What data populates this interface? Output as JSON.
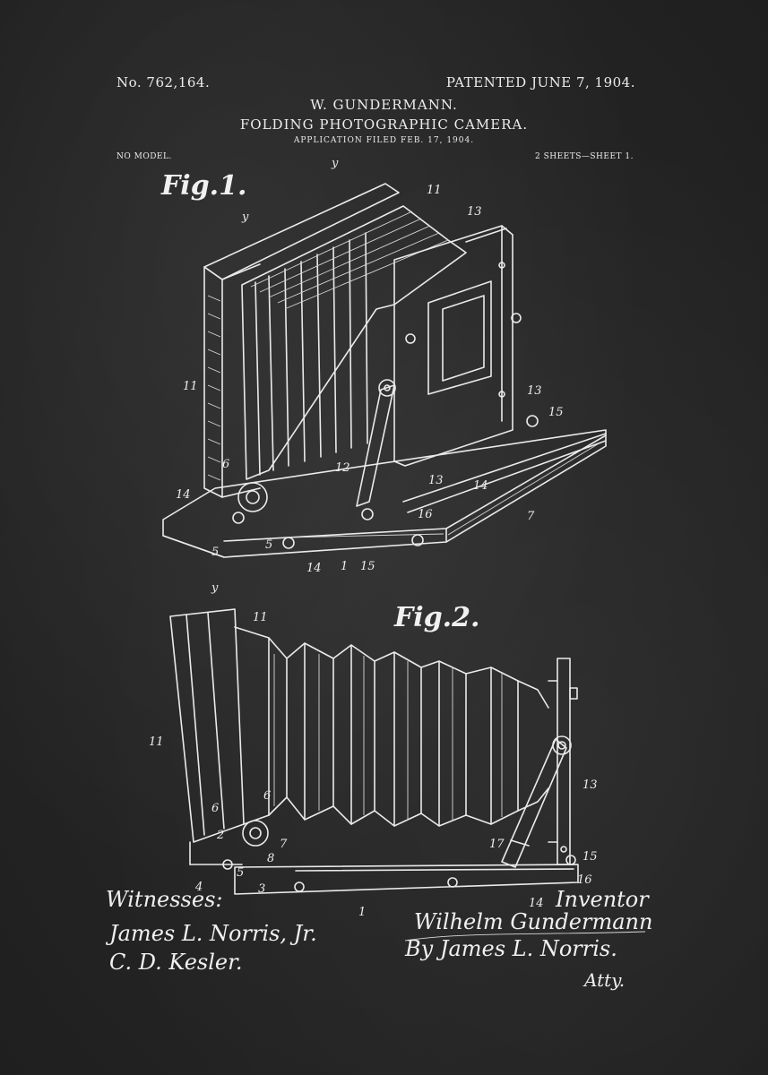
{
  "header": {
    "patent_number": "No. 762,164.",
    "patent_date": "PATENTED JUNE 7, 1904.",
    "inventor_name": "W. GUNDERMANN.",
    "invention_title": "FOLDING PHOTOGRAPHIC CAMERA.",
    "application": "APPLICATION FILED FEB. 17, 1904.",
    "no_model": "NO MODEL.",
    "sheets": "2 SHEETS—SHEET 1."
  },
  "figures": {
    "fig1": {
      "label": "Fig.1.",
      "callouts": [
        "y",
        "11",
        "y",
        "13",
        "11",
        "13",
        "15",
        "6",
        "12",
        "14",
        "13",
        "14",
        "7",
        "16",
        "5",
        "5",
        "14",
        "1",
        "15"
      ]
    },
    "fig2": {
      "label": "Fig.2.",
      "callouts": [
        "y",
        "11",
        "11",
        "13",
        "6",
        "6",
        "2",
        "7",
        "8",
        "17",
        "15",
        "4",
        "5",
        "3",
        "16",
        "1",
        "14"
      ]
    }
  },
  "signatures": {
    "witnesses_label": "Witnesses:",
    "witness_1": "James L. Norris, Jr.",
    "witness_2": "C. D. Kesler.",
    "inventor_label": "Inventor",
    "inventor_signature": "Wilhelm Gundermann",
    "attorney_signature": "By James L. Norris.",
    "attorney_label": "Atty."
  },
  "colors": {
    "background": "#222222",
    "ink": "#eaeaea"
  }
}
